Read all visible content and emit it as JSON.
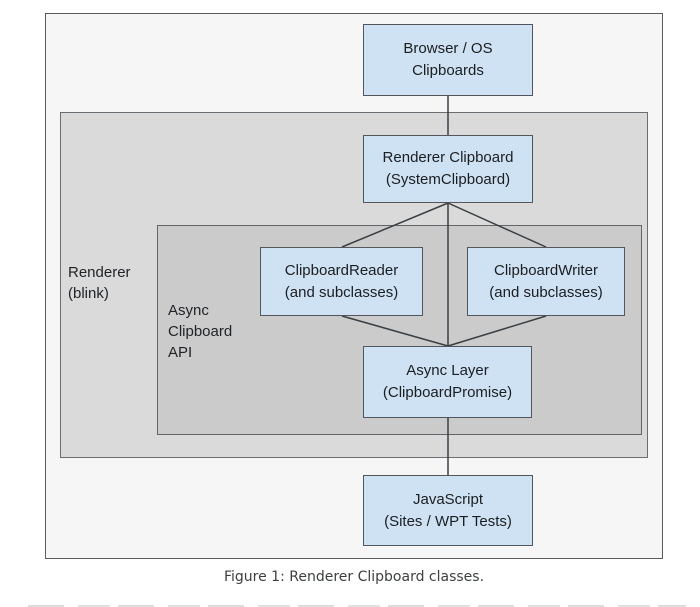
{
  "figure": {
    "caption": "Figure 1: Renderer Clipboard classes."
  },
  "diagram": {
    "groups": [
      {
        "id": "renderer-blink",
        "label": "Renderer\n(blink)"
      },
      {
        "id": "async-clipboard-api",
        "label": "Async\nClipboard\nAPI"
      }
    ],
    "nodes": [
      {
        "id": "browser-os",
        "label": "Browser / OS\nClipboards"
      },
      {
        "id": "renderer-clipboard",
        "label": "Renderer Clipboard\n(SystemClipboard)"
      },
      {
        "id": "clipboard-reader",
        "label": "ClipboardReader\n(and subclasses)"
      },
      {
        "id": "clipboard-writer",
        "label": "ClipboardWriter\n(and subclasses)"
      },
      {
        "id": "async-layer",
        "label": "Async Layer\n(ClipboardPromise)"
      },
      {
        "id": "javascript",
        "label": "JavaScript\n(Sites / WPT Tests)"
      }
    ],
    "edges": [
      {
        "from": "browser-os",
        "to": "renderer-clipboard"
      },
      {
        "from": "renderer-clipboard",
        "to": "clipboard-reader"
      },
      {
        "from": "renderer-clipboard",
        "to": "clipboard-writer"
      },
      {
        "from": "renderer-clipboard",
        "to": "async-layer"
      },
      {
        "from": "clipboard-reader",
        "to": "async-layer"
      },
      {
        "from": "clipboard-writer",
        "to": "async-layer"
      },
      {
        "from": "async-layer",
        "to": "javascript"
      }
    ],
    "colors": {
      "node_fill": "#cfe2f3",
      "node_border": "#53575c",
      "figure_background": "#f6f6f6",
      "group_renderer_fill": "#dadada",
      "group_async_fill": "#cbcbcb",
      "connector_line": "#3a3f44",
      "text": "#1f2226"
    }
  }
}
